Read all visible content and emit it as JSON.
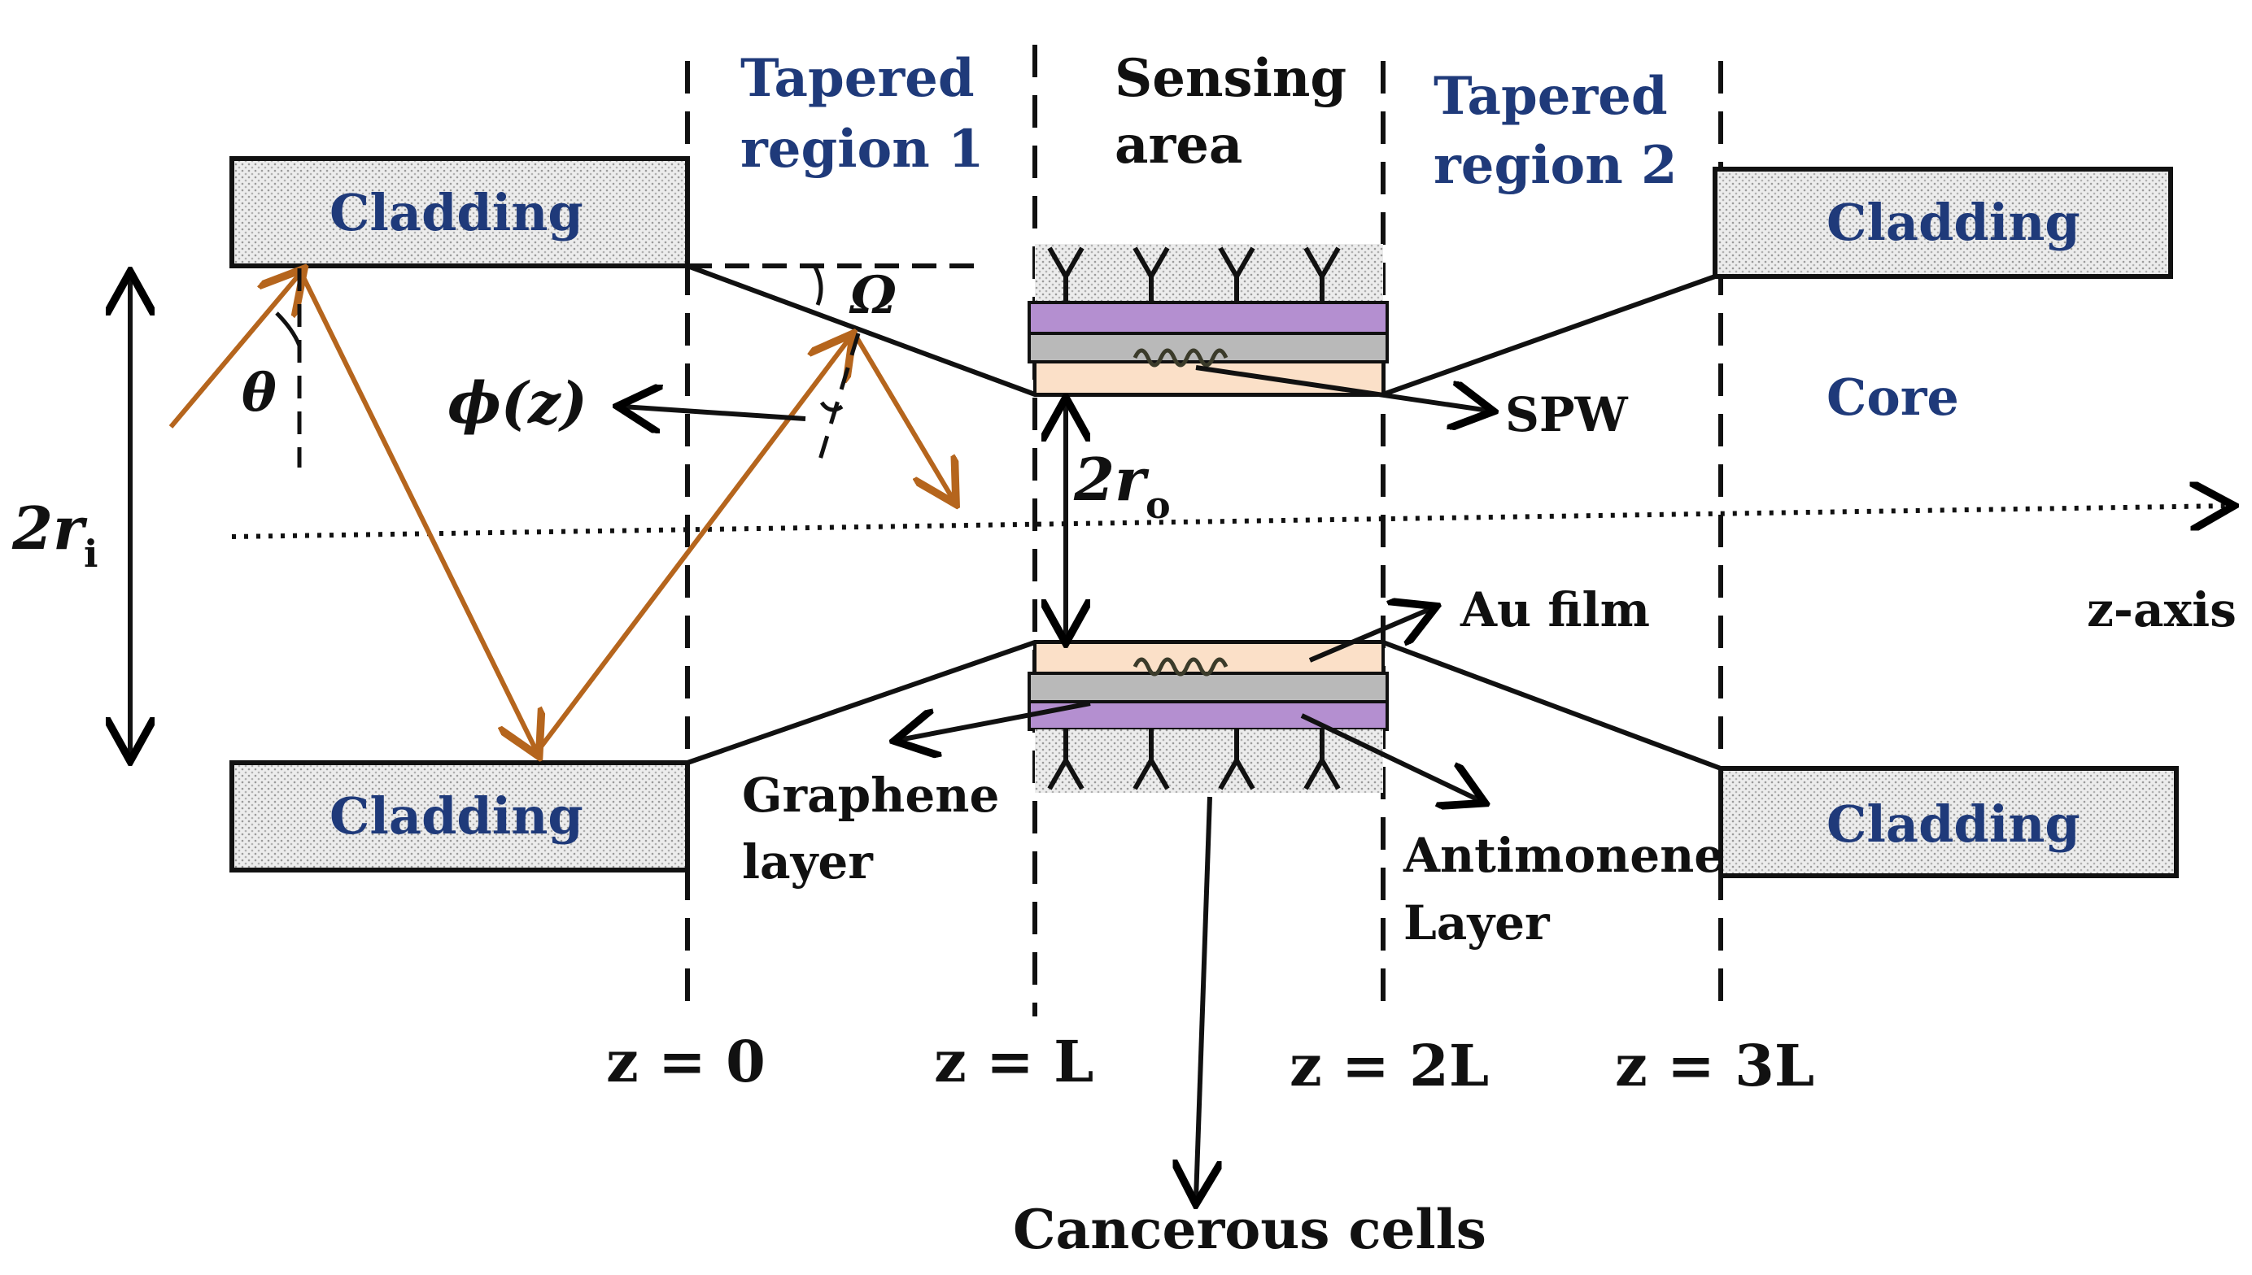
{
  "colors": {
    "ray": "#b5651d",
    "region_label": "#1f3a7a",
    "gold_layer": "#fbe0c8",
    "graphene_layer": "#b9b9b9",
    "antimonene_layer": "#b48fd0",
    "cell_area": "#e2e2e2",
    "cladding_fill": "#e6e6e6"
  },
  "regions": {
    "tapered1_line1": "Tapered",
    "tapered1_line2": "region 1",
    "sensing_line1": "Sensing",
    "sensing_line2": "area",
    "tapered2_line1": "Tapered",
    "tapered2_line2": "region 2"
  },
  "cladding": {
    "top_left": "Cladding",
    "bottom_left": "Cladding",
    "top_right": "Cladding",
    "bottom_right": "Cladding"
  },
  "symbols": {
    "theta": "θ",
    "omega": "Ω",
    "phi": "ϕ(z)",
    "r_o_base": "2r",
    "r_o_sub": "o",
    "r_i_base": "2r",
    "r_i_sub": "i"
  },
  "labels": {
    "core": "Core",
    "spw": "SPW",
    "au_film": "Au film",
    "z_axis": "z-axis",
    "graphene_line1": "Graphene",
    "graphene_line2": "layer",
    "antimonene_line1": "Antimonene",
    "antimonene_line2": "Layer",
    "cancerous_cells": "Cancerous cells"
  },
  "z_positions": {
    "z0": "z = 0",
    "zL": "z = L",
    "z2L": "z = 2L",
    "z3L": "z = 3L"
  }
}
